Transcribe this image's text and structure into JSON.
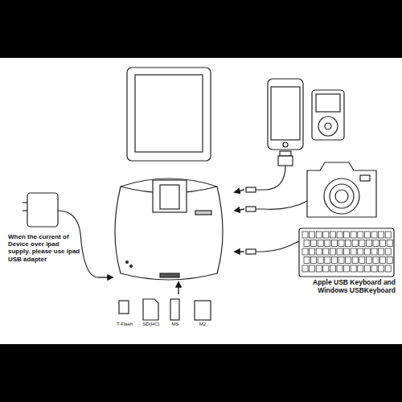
{
  "diagram": {
    "labels": [
      "When the current of Device over ipad supply. please use ipad USB adapter",
      "Apple USB Keyboard and Windows USBKeyboard",
      "T-Flash",
      "SD(HC)",
      "MS",
      "M2"
    ]
  }
}
